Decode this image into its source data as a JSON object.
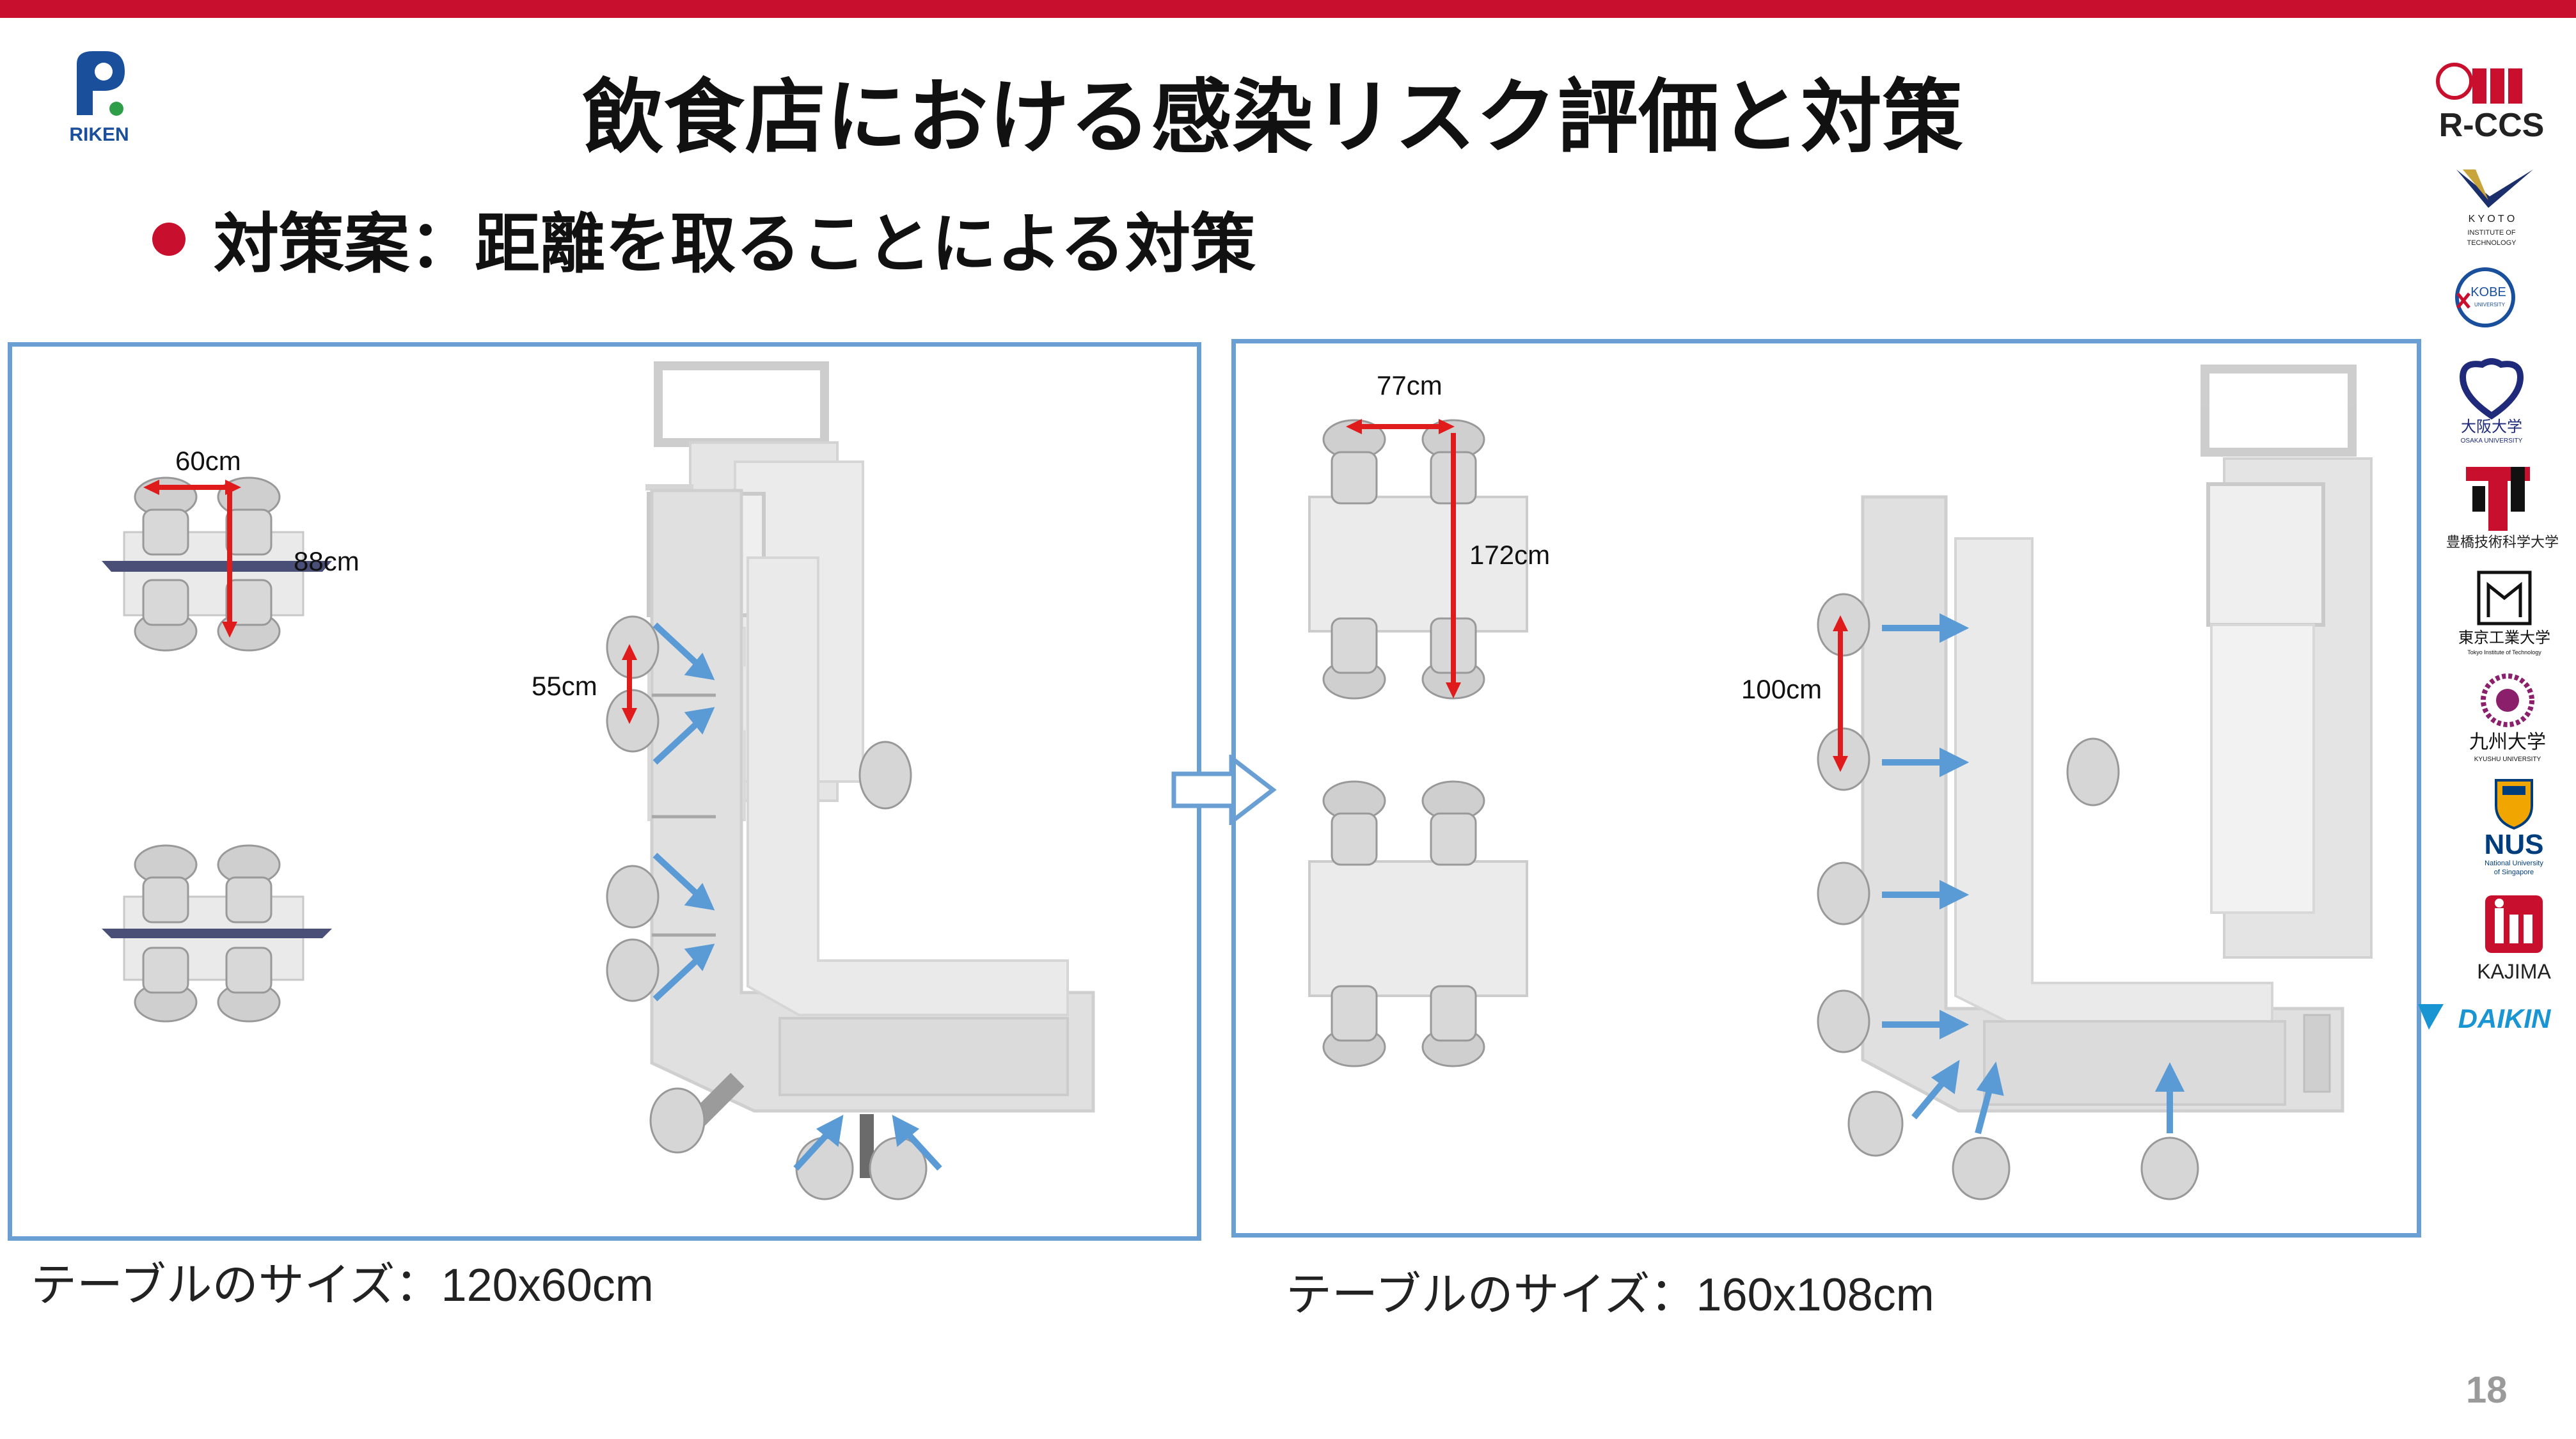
{
  "slide": {
    "title": "飲食店における感染リスク評価と対策",
    "bullet": "対策案：距離を取ることによる対策",
    "page_number": "18"
  },
  "logos": {
    "riken": "RIKEN",
    "rccs": "R-CCS",
    "kyoto": [
      "K Y O T O",
      "INSTITUTE OF",
      "TECHNOLOGY"
    ],
    "kobe": [
      "KOBE",
      "UNIVERSITY"
    ],
    "osaka": [
      "大阪大学",
      "OSAKA UNIVERSITY"
    ],
    "toyohashi": "豊橋技術科学大学",
    "titech": [
      "東京工業大学",
      "Tokyo Institute of Technology"
    ],
    "kyushu": [
      "九州大学",
      "KYUSHU UNIVERSITY"
    ],
    "nus": [
      "NUS",
      "National University",
      "of Singapore"
    ],
    "kajima": "KAJIMA",
    "daikin": "DAIKIN"
  },
  "left_panel": {
    "width_label": "60cm",
    "depth_label": "88cm",
    "counter_gap_label": "55cm",
    "caption_prefix": "テーブルのサイズ：",
    "caption_size": "120x60cm"
  },
  "right_panel": {
    "width_label": "77cm",
    "depth_label": "172cm",
    "counter_gap_label": "100cm",
    "caption_prefix": "テーブルのサイズ：",
    "caption_size": "160x108cm"
  },
  "colors": {
    "accent_red": "#c8102e",
    "panel_border": "#6a9fd4",
    "measure_arrow": "#e01b1b",
    "flow_arrow": "#5b9bd5"
  }
}
